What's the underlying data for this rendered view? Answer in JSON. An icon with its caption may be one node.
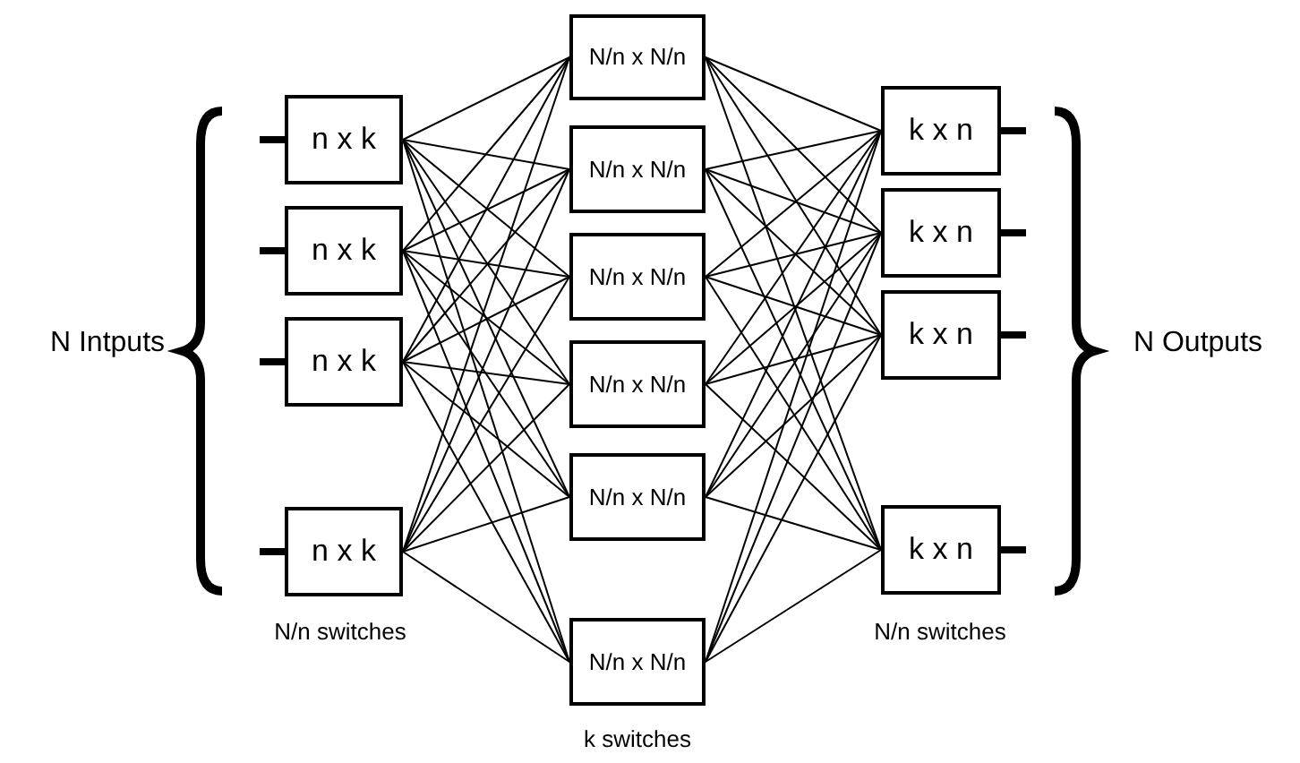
{
  "diagram": {
    "nodes": [
      {
        "text": [
          "n x k"
        ]
      },
      {
        "text": [
          "n x k"
        ]
      },
      {
        "text": [
          "n x k"
        ]
      },
      {
        "text": [
          "n x k"
        ]
      },
      {
        "text": [
          "N/n x N/n"
        ]
      },
      {
        "text": [
          "N/n x N/n"
        ]
      },
      {
        "text": [
          "N/n x N/n"
        ]
      },
      {
        "text": [
          "N/n x N/n"
        ]
      },
      {
        "text": [
          "N/n x N/n"
        ]
      },
      {
        "text": [
          "N/n x N/n"
        ]
      },
      {
        "text": [
          "k x n"
        ]
      },
      {
        "text": [
          "k x n"
        ]
      },
      {
        "text": [
          "k x n"
        ]
      },
      {
        "text": [
          "k x n"
        ]
      }
    ],
    "edges": [
      {
        "from": null,
        "to": 0,
        "arrow": "none",
        "style": "thick"
      },
      {
        "from": null,
        "to": 1,
        "arrow": "none",
        "style": "thick"
      },
      {
        "from": null,
        "to": 2,
        "arrow": "none",
        "style": "thick"
      },
      {
        "from": null,
        "to": 3,
        "arrow": "none",
        "style": "thick"
      },
      {
        "from": 0,
        "to": 4,
        "arrow": "none"
      },
      {
        "from": 0,
        "to": 5,
        "arrow": "none"
      },
      {
        "from": 0,
        "to": 6,
        "arrow": "none"
      },
      {
        "from": 0,
        "to": 7,
        "arrow": "none"
      },
      {
        "from": 0,
        "to": 8,
        "arrow": "none"
      },
      {
        "from": 0,
        "to": 9,
        "arrow": "none"
      },
      {
        "from": 1,
        "to": 4,
        "arrow": "none"
      },
      {
        "from": 1,
        "to": 5,
        "arrow": "none"
      },
      {
        "from": 1,
        "to": 6,
        "arrow": "none"
      },
      {
        "from": 1,
        "to": 7,
        "arrow": "none"
      },
      {
        "from": 1,
        "to": 8,
        "arrow": "none"
      },
      {
        "from": 1,
        "to": 9,
        "arrow": "none"
      },
      {
        "from": 2,
        "to": 4,
        "arrow": "none"
      },
      {
        "from": 2,
        "to": 5,
        "arrow": "none"
      },
      {
        "from": 2,
        "to": 6,
        "arrow": "none"
      },
      {
        "from": 2,
        "to": 7,
        "arrow": "none"
      },
      {
        "from": 2,
        "to": 8,
        "arrow": "none"
      },
      {
        "from": 2,
        "to": 9,
        "arrow": "none"
      },
      {
        "from": 3,
        "to": 4,
        "arrow": "none"
      },
      {
        "from": 3,
        "to": 5,
        "arrow": "none"
      },
      {
        "from": 3,
        "to": 6,
        "arrow": "none"
      },
      {
        "from": 3,
        "to": 7,
        "arrow": "none"
      },
      {
        "from": 3,
        "to": 8,
        "arrow": "none"
      },
      {
        "from": 3,
        "to": 9,
        "arrow": "none"
      },
      {
        "from": 4,
        "to": 10,
        "arrow": "none"
      },
      {
        "from": 4,
        "to": 11,
        "arrow": "none"
      },
      {
        "from": 4,
        "to": 12,
        "arrow": "none"
      },
      {
        "from": 4,
        "to": 13,
        "arrow": "none"
      },
      {
        "from": 5,
        "to": 10,
        "arrow": "none"
      },
      {
        "from": 5,
        "to": 11,
        "arrow": "none"
      },
      {
        "from": 5,
        "to": 12,
        "arrow": "none"
      },
      {
        "from": 5,
        "to": 13,
        "arrow": "none"
      },
      {
        "from": 6,
        "to": 10,
        "arrow": "none"
      },
      {
        "from": 6,
        "to": 11,
        "arrow": "none"
      },
      {
        "from": 6,
        "to": 12,
        "arrow": "none"
      },
      {
        "from": 6,
        "to": 13,
        "arrow": "none"
      },
      {
        "from": 7,
        "to": 10,
        "arrow": "none"
      },
      {
        "from": 7,
        "to": 11,
        "arrow": "none"
      },
      {
        "from": 7,
        "to": 12,
        "arrow": "none"
      },
      {
        "from": 7,
        "to": 13,
        "arrow": "none"
      },
      {
        "from": 8,
        "to": 10,
        "arrow": "none"
      },
      {
        "from": 8,
        "to": 11,
        "arrow": "none"
      },
      {
        "from": 8,
        "to": 12,
        "arrow": "none"
      },
      {
        "from": 8,
        "to": 13,
        "arrow": "none"
      },
      {
        "from": 9,
        "to": 10,
        "arrow": "none"
      },
      {
        "from": 9,
        "to": 11,
        "arrow": "none"
      },
      {
        "from": 9,
        "to": 12,
        "arrow": "none"
      },
      {
        "from": 9,
        "to": 13,
        "arrow": "none"
      },
      {
        "from": 10,
        "to": null,
        "arrow": "none",
        "style": "thick"
      },
      {
        "from": 11,
        "to": null,
        "arrow": "none",
        "style": "thick"
      },
      {
        "from": 12,
        "to": null,
        "arrow": "none",
        "style": "thick"
      },
      {
        "from": 13,
        "to": null,
        "arrow": "none",
        "style": "thick"
      }
    ],
    "labels": [
      "N Intputs",
      "N Outputs",
      "N/n switches",
      "k switches",
      "N/n switches"
    ]
  }
}
